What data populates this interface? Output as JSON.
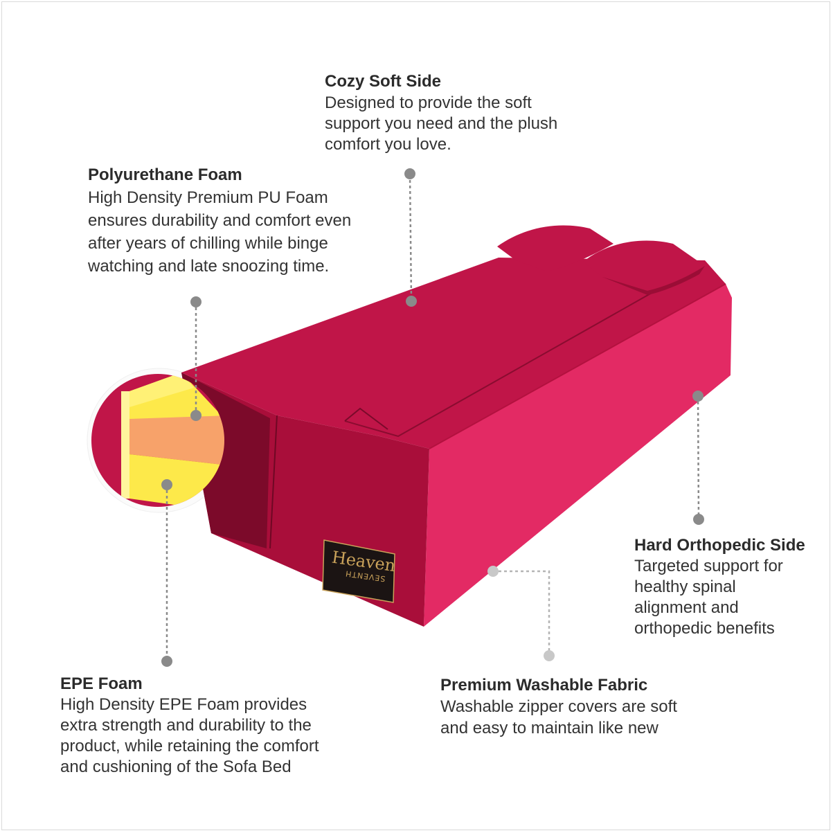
{
  "colors": {
    "fabric_top": "#c01548",
    "fabric_front": "#a90e3a",
    "fabric_side": "#e32a64",
    "fabric_dark": "#7c0a2a",
    "foam_yellow": "#fde94a",
    "foam_orange": "#f7a26a",
    "callout_dot": "#888888",
    "text": "#333333"
  },
  "features": [
    {
      "id": "cozy-soft-side",
      "title": "Cozy Soft Side",
      "body": "Designed to provide the soft\nsupport you need and the plush\ncomfort you love."
    },
    {
      "id": "polyurethane-foam",
      "title": "Polyurethane Foam",
      "body": "High Density Premium PU Foam\nensures durability and comfort even\nafter years of chilling while binge\nwatching and late snoozing time."
    },
    {
      "id": "hard-orthopedic-side",
      "title": "Hard Orthopedic Side",
      "body": "Targeted support for\nhealthy spinal\nalignment and\northopedic benefits"
    },
    {
      "id": "epe-foam",
      "title": "EPE Foam",
      "body": "High Density EPE Foam provides\nextra strength and durability to the\nproduct, while retaining the comfort\nand cushioning of the Sofa Bed"
    },
    {
      "id": "premium-washable-fabric",
      "title": "Premium Washable Fabric",
      "body": "Washable zipper covers are soft\nand easy to maintain like new"
    }
  ],
  "brand_label": {
    "line1": "Heaven",
    "line2": "SEVENTH"
  }
}
